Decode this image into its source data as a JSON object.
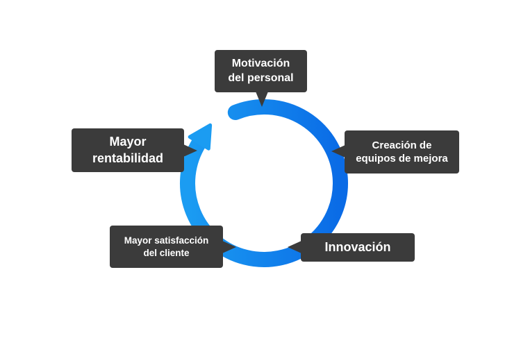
{
  "diagram": {
    "type": "cycle",
    "colors": {
      "arrow_light": "#1b9cf2",
      "arrow_dark": "#0a6be6",
      "box": "#3b3b3b",
      "text": "#ffffff"
    },
    "nodes": [
      {
        "line1": "Motivación",
        "line2": "del personal"
      },
      {
        "line1": "Creación de",
        "line2": "equipos de mejora"
      },
      {
        "line1": "Innovación"
      },
      {
        "line1": "Mayor satisfacción",
        "line2": "del cliente"
      },
      {
        "line1": "Mayor",
        "line2": "rentabilidad"
      }
    ]
  }
}
